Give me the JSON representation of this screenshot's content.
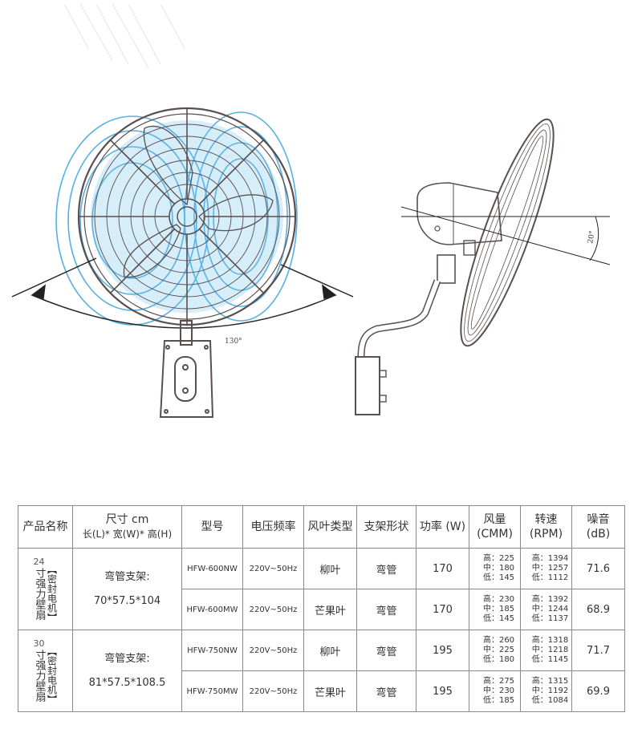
{
  "diagram": {
    "angle_label": "130°",
    "tilt_label": "20°"
  },
  "table": {
    "headers": {
      "name": "产品名称",
      "size_line1": "尺寸 cm",
      "size_line2": "长(L)* 宽(W)* 高(H)",
      "model": "型号",
      "voltage": "电压频率",
      "blade": "风叶类型",
      "stand": "支架形状",
      "power": "功率 (W)",
      "airflow": "风量\n(CMM)",
      "speed": "转速\n(RPM)",
      "noise": "噪音\n(dB)"
    },
    "groups": [
      {
        "num": "24",
        "name": "寸强力壁扇",
        "sub": "【密封电机】",
        "size_label": "弯管支架:",
        "size_value": "70*57.5*104",
        "rows": [
          {
            "model": "HFW-600NW",
            "voltage": "220V~50Hz",
            "blade": "柳叶",
            "stand": "弯管",
            "power": "170",
            "airflow": [
              "高：225",
              "中：180",
              "低：145"
            ],
            "speed": [
              "高：1394",
              "中：1257",
              "低：1112"
            ],
            "noise": "71.6"
          },
          {
            "model": "HFW-600MW",
            "voltage": "220V~50Hz",
            "blade": "芒果叶",
            "stand": "弯管",
            "power": "170",
            "airflow": [
              "高：230",
              "中：185",
              "低：145"
            ],
            "speed": [
              "高：1392",
              "中：1244",
              "低：1137"
            ],
            "noise": "68.9"
          }
        ]
      },
      {
        "num": "30",
        "name": "寸强力壁扇",
        "sub": "【密封电机】",
        "size_label": "弯管支架:",
        "size_value": "81*57.5*108.5",
        "rows": [
          {
            "model": "HFW-750NW",
            "voltage": "220V~50Hz",
            "blade": "柳叶",
            "stand": "弯管",
            "power": "195",
            "airflow": [
              "高：260",
              "中：225",
              "低：180"
            ],
            "speed": [
              "高：1318",
              "中：1218",
              "低：1145"
            ],
            "noise": "71.7"
          },
          {
            "model": "HFW-750MW",
            "voltage": "220V~50Hz",
            "blade": "芒果叶",
            "stand": "弯管",
            "power": "195",
            "airflow": [
              "高：275",
              "中：230",
              "低：185"
            ],
            "speed": [
              "高：1315",
              "中：1192",
              "低：1084"
            ],
            "noise": "69.9"
          }
        ]
      }
    ]
  }
}
